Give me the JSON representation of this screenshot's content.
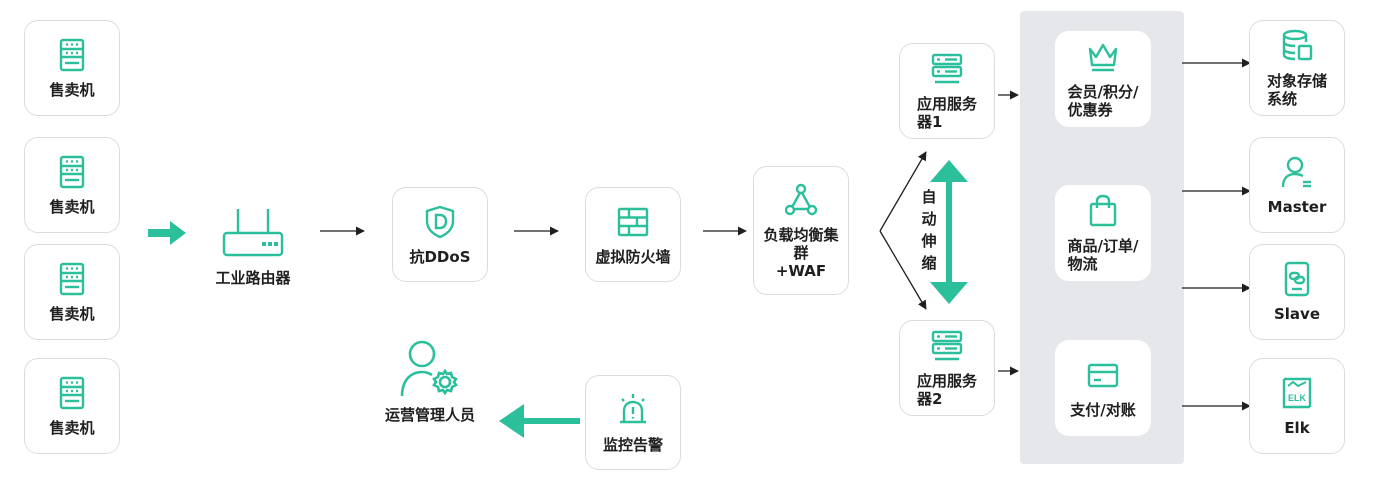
{
  "colors": {
    "accent": "#2bbf9c",
    "text": "#1f1f1f",
    "border": "#dcdcdc",
    "panel": "#e5e7eb"
  },
  "vending": [
    {
      "label": "售卖机",
      "icon": "vending-machine-icon"
    },
    {
      "label": "售卖机",
      "icon": "vending-machine-icon"
    },
    {
      "label": "售卖机",
      "icon": "vending-machine-icon"
    },
    {
      "label": "售卖机",
      "icon": "vending-machine-icon"
    }
  ],
  "router": {
    "label": "工业路由器",
    "icon": "router-icon"
  },
  "ddos": {
    "label": "抗DDoS",
    "icon": "shield-icon"
  },
  "firewall": {
    "label": "虚拟防火墙",
    "icon": "firewall-icon"
  },
  "lb": {
    "label": "负载均衡集\n群\n+WAF",
    "icon": "network-icon"
  },
  "server1": {
    "label": "应用服务\n器1",
    "icon": "server-icon"
  },
  "server2": {
    "label": "应用服务\n器2",
    "icon": "server-icon"
  },
  "autoscale": {
    "label": "自\n动\n伸\n缩"
  },
  "services": [
    {
      "label": "会员/积分/\n优惠券",
      "icon": "crown-icon"
    },
    {
      "label": "商品/订单/\n物流",
      "icon": "shopping-bag-icon"
    },
    {
      "label": "支付/对账",
      "icon": "payment-card-icon"
    }
  ],
  "storage": [
    {
      "label": "对象存储\n系统",
      "icon": "storage-icon"
    },
    {
      "label": "Master",
      "icon": "user-icon"
    },
    {
      "label": "Slave",
      "icon": "link-icon"
    },
    {
      "label": "Elk",
      "icon": "elk-icon",
      "icon_text": "ELK"
    }
  ],
  "monitor": {
    "label": "监控告警",
    "icon": "alarm-icon"
  },
  "ops": {
    "label": "运营管理人员",
    "icon": "admin-user-icon"
  }
}
